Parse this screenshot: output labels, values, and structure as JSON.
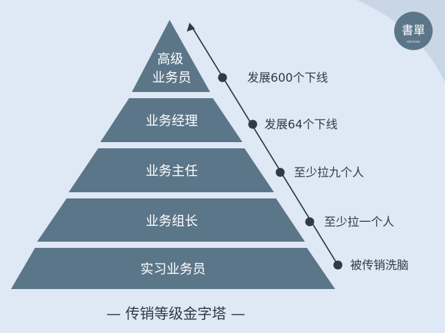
{
  "colors": {
    "background": "#dfe8f5",
    "corner": "#c9d6e6",
    "tier": "#5c7689",
    "line": "#2c3b4a",
    "text_dark": "#2c3b4a",
    "logo_bg": "#5c7689"
  },
  "logo": {
    "text": "書單",
    "subtext": "SHUDAN"
  },
  "pyramid": {
    "tiers": [
      {
        "line1": "高级",
        "line2": "业务员"
      },
      {
        "line1": "业务经理"
      },
      {
        "line1": "业务主任"
      },
      {
        "line1": "业务组长"
      },
      {
        "line1": "实习业务员"
      }
    ]
  },
  "arrow": {
    "icon": "arrow-up-icon",
    "notes": [
      "发展600个下线",
      "发展64个下线",
      "至少拉九个人",
      "至少拉一个人",
      "被传销洗脑"
    ]
  },
  "caption": "— 传销等级金字塔 —"
}
